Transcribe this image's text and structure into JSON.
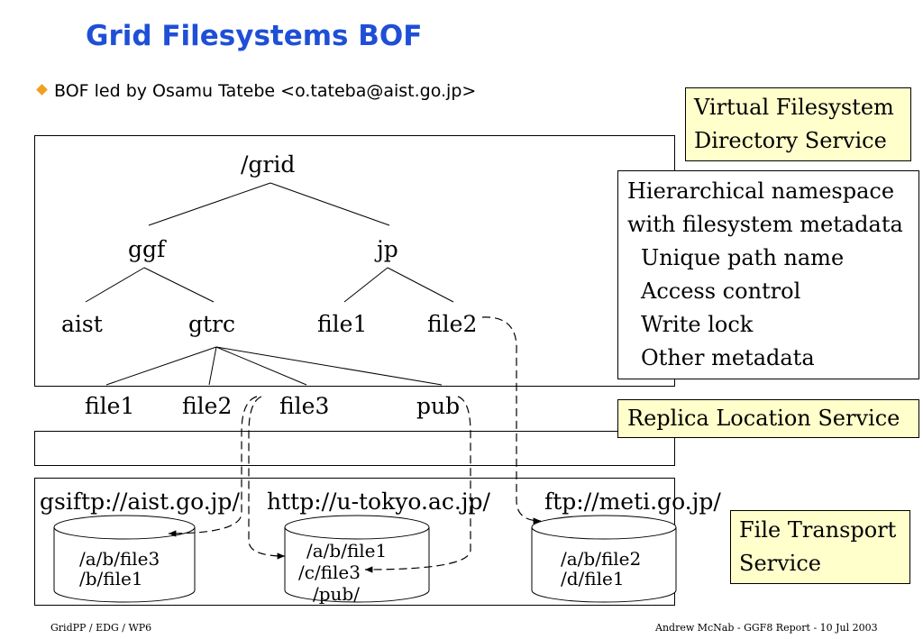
{
  "slide": {
    "title": "Grid Filesystems BOF",
    "bullet": "BOF led by Osamu Tatebe <o.tateba@aist.go.jp>"
  },
  "tree": {
    "root": "/grid",
    "level1": [
      "ggf",
      "jp"
    ],
    "level2": [
      "aist",
      "gtrc",
      "file1",
      "file2"
    ],
    "level3": [
      "file1",
      "file2",
      "file3",
      "pub"
    ]
  },
  "servers": [
    {
      "url": "gsiftp://aist.go.jp/",
      "files": [
        "/a/b/file3",
        "/b/file1"
      ]
    },
    {
      "url": "http://u-tokyo.ac.jp/",
      "files": [
        "/a/b/file1",
        "/c/file3",
        "/pub/"
      ]
    },
    {
      "url": "ftp://meti.go.jp/",
      "files": [
        "/a/b/file2",
        "/d/file1"
      ]
    }
  ],
  "callouts": {
    "virtual_fs": [
      "Virtual Filesystem",
      "Directory Service"
    ],
    "namespace": [
      "Hierarchical namespace",
      "with filesystem metadata",
      "Unique path name",
      "Access control",
      "Write lock",
      "Other metadata"
    ],
    "replica": "Replica Location Service",
    "transport": [
      "File Transport",
      "Service"
    ]
  },
  "footer": {
    "left": "GridPP / EDG / WP6",
    "right": "Andrew McNab - GGF8 Report - 10 Jul 2003"
  },
  "colors": {
    "title": "#1f4fd6",
    "note_fill": "#ffffcc",
    "bullet": "#f0a020"
  }
}
